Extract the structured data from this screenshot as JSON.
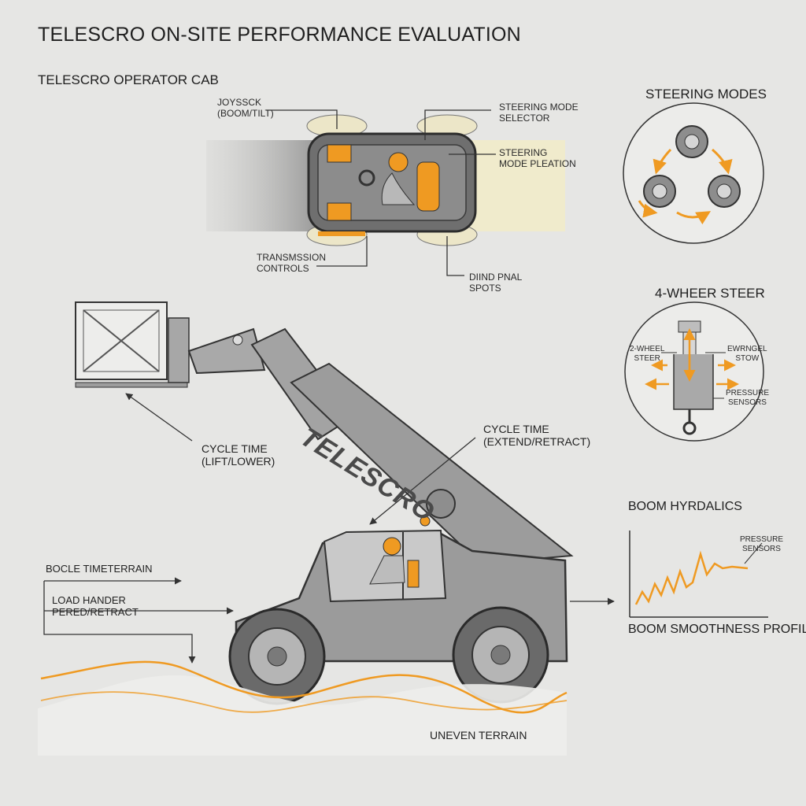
{
  "title": "TELESCRO ON-SITE PERFORMANCE EVALUATION",
  "cab": {
    "heading": "TELESCRO OPERATOR CAB",
    "joystick": [
      "JOYSSCK",
      "(BOOM/TILT)"
    ],
    "steering_selector": [
      "STEERING MODE",
      "SELECTOR"
    ],
    "steering_plate": [
      "STEERING",
      "MODE PLEATION"
    ],
    "transmission": [
      "TRANSMSSION",
      "CONTROLS"
    ],
    "blind_spots": [
      "DIIND PNAL",
      "SPOTS"
    ]
  },
  "steering_modes": {
    "heading": "STEERING MODES"
  },
  "four_wheel": {
    "heading": "4-WHEER STEER",
    "two_wheel": [
      "2-WHEEL",
      "STEER"
    ],
    "swing_stow": [
      "EWRNGEL",
      "STOW"
    ],
    "pressure": [
      "PRESSURE",
      "SENSORS"
    ]
  },
  "machine": {
    "brand": "TELESCRO",
    "cycle_lift": [
      "CYCLE TIME",
      "(LIFT/LOWER)"
    ],
    "cycle_extend": [
      "CYCLE TIME",
      "(EXTEND/RETRACT)"
    ],
    "bocle": "BOCLE TIMETERRAIN",
    "load_handler": [
      "LOAD HANDER",
      "PERED/RETRACT"
    ],
    "terrain": "UNEVEN TERRAIN"
  },
  "hydraulics": {
    "heading": "BOOM HYRDALICS",
    "sensors": [
      "PRESSURE",
      "SENSORS"
    ],
    "profile": "BOOM SMOOTHNESS PROFILE"
  },
  "colors": {
    "accent": "#ef9a22",
    "line": "#3a3a3a",
    "metal": "#9a9a9a",
    "background": "#e6e6e4"
  }
}
